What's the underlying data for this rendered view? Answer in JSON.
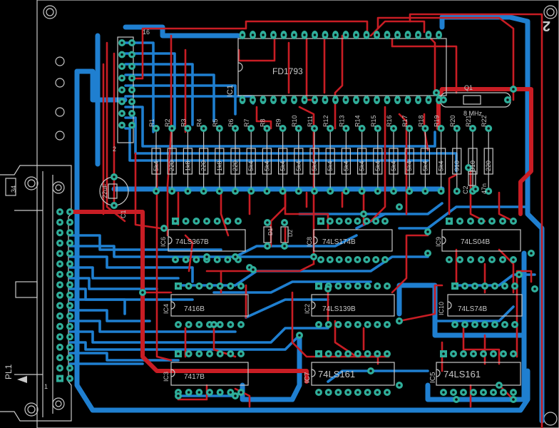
{
  "board": {
    "title": "",
    "colors": {
      "background": "#000000",
      "silkscreen": "#c8c8c8",
      "top_copper": "#c81d24",
      "bottom_copper": "#1f7fd0",
      "pads": "#2fae9a"
    },
    "corner_mark": "2"
  },
  "ics": [
    {
      "ref": "IC1",
      "part": "FD1793"
    },
    {
      "ref": "IC6",
      "part": "74LS367B"
    },
    {
      "ref": "IC8",
      "part": "74LS174B"
    },
    {
      "ref": "IC9",
      "part": "74LS04B"
    },
    {
      "ref": "IC4",
      "part": "7416B"
    },
    {
      "ref": "IC2",
      "part": "74LS139B"
    },
    {
      "ref": "IC10",
      "part": "74LS74B"
    },
    {
      "ref": "IC3",
      "part": "7417B"
    },
    {
      "ref": "IC5",
      "part": "74LS161"
    },
    {
      "ref": "IC7",
      "part": "74LS161"
    }
  ],
  "resistors": [
    {
      "ref": "R1",
      "value": "5k4"
    },
    {
      "ref": "R2",
      "value": "220"
    },
    {
      "ref": "R3",
      "value": "1k8"
    },
    {
      "ref": "R4",
      "value": "220"
    },
    {
      "ref": "R5",
      "value": "1k8"
    },
    {
      "ref": "R6",
      "value": "220"
    },
    {
      "ref": "R7",
      "value": "5k4"
    },
    {
      "ref": "R8",
      "value": "5k4"
    },
    {
      "ref": "R9",
      "value": "5k4"
    },
    {
      "ref": "R10",
      "value": "5k4"
    },
    {
      "ref": "R11",
      "value": "5k4"
    },
    {
      "ref": "R12",
      "value": "5k4"
    },
    {
      "ref": "R13",
      "value": "5k4"
    },
    {
      "ref": "R14",
      "value": "5k4"
    },
    {
      "ref": "R15",
      "value": "5k4"
    },
    {
      "ref": "R16",
      "value": "5k4"
    },
    {
      "ref": "R17",
      "value": "5k4"
    },
    {
      "ref": "R18",
      "value": "5k4"
    },
    {
      "ref": "R19",
      "value": "5k4"
    },
    {
      "ref": "R20",
      "value": "910"
    },
    {
      "ref": "R21",
      "value": "910"
    },
    {
      "ref": "R22",
      "value": "220"
    }
  ],
  "parts": {
    "crystal_ref": "Q1",
    "crystal_value": "8 MHz",
    "c1_ref": "C1",
    "c1_value": "22uF",
    "c2_ref": "C2",
    "c2_value": "47n",
    "d1_ref": "D1",
    "d2_ref": "D2",
    "connector_ref": "PL1",
    "pin_34": "34",
    "pin_1": "1",
    "header_top": "16",
    "header_bottom": "2"
  }
}
